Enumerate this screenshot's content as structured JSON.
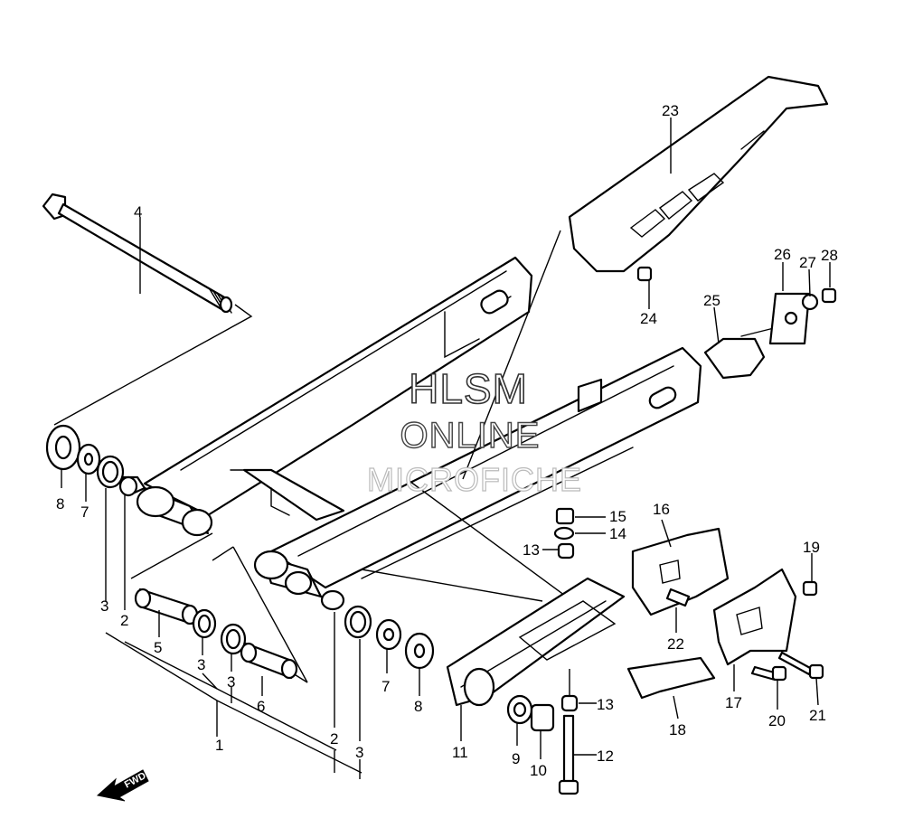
{
  "watermark": {
    "line1": "HLSM",
    "line2": "ONLINE",
    "line3": "MICROFICHE"
  },
  "fwd_label": "FWD",
  "callouts": [
    "1",
    "2",
    "2",
    "3",
    "3",
    "3",
    "3",
    "4",
    "5",
    "6",
    "7",
    "7",
    "8",
    "8",
    "9",
    "10",
    "11",
    "12",
    "13",
    "13",
    "14",
    "15",
    "16",
    "17",
    "18",
    "19",
    "20",
    "21",
    "22",
    "23",
    "24",
    "25",
    "26",
    "27",
    "28"
  ]
}
